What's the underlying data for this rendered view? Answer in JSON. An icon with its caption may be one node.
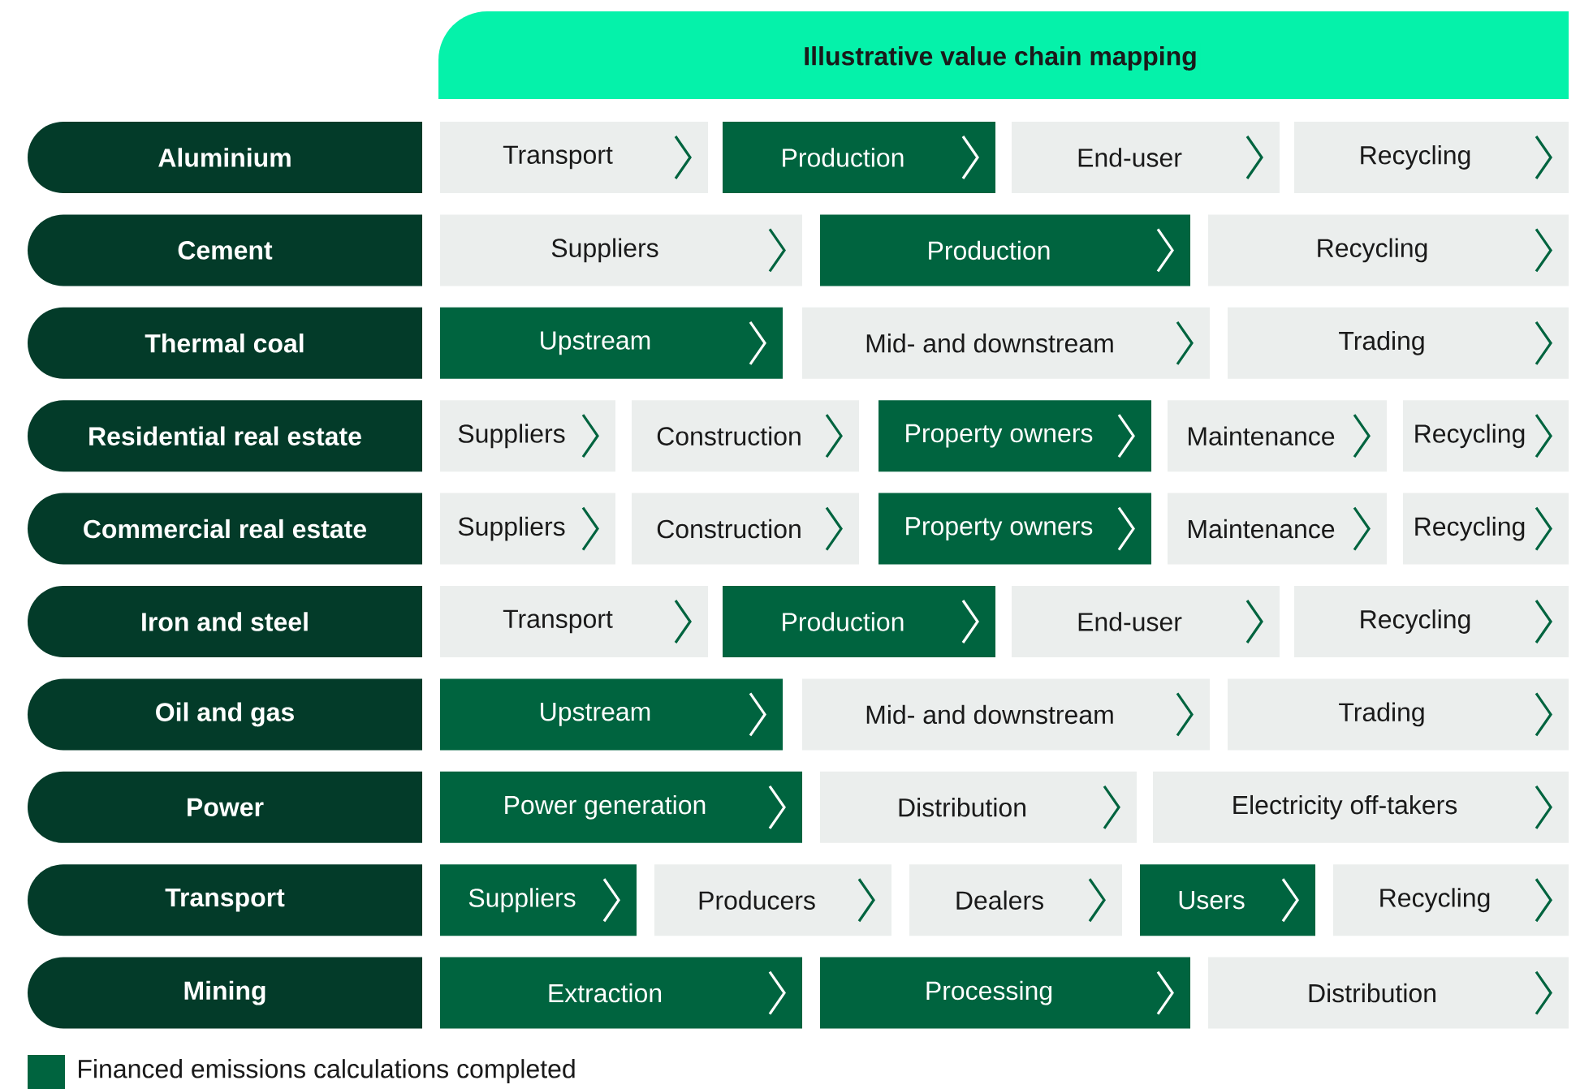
{
  "diagram": {
    "title": "Illustrative value chain mapping",
    "nodes": [
      {
        "text": [
          "Aluminium"
        ]
      },
      {
        "text": [
          "Transport"
        ]
      },
      {
        "text": [
          "Production"
        ]
      },
      {
        "text": [
          "End-user"
        ]
      },
      {
        "text": [
          "Recycling"
        ]
      },
      {
        "text": [
          "Cement"
        ]
      },
      {
        "text": [
          "Suppliers"
        ]
      },
      {
        "text": [
          "Production"
        ]
      },
      {
        "text": [
          "Recycling"
        ]
      },
      {
        "text": [
          "Thermal coal"
        ]
      },
      {
        "text": [
          "Upstream"
        ]
      },
      {
        "text": [
          "Mid- and downstream"
        ]
      },
      {
        "text": [
          "Trading"
        ]
      },
      {
        "text": [
          "Residential real estate"
        ]
      },
      {
        "text": [
          "Suppliers"
        ]
      },
      {
        "text": [
          "Construction"
        ]
      },
      {
        "text": [
          "Property owners"
        ]
      },
      {
        "text": [
          "Maintenance"
        ]
      },
      {
        "text": [
          "Recycling"
        ]
      },
      {
        "text": [
          "Commercial real estate"
        ]
      },
      {
        "text": [
          "Suppliers"
        ]
      },
      {
        "text": [
          "Construction"
        ]
      },
      {
        "text": [
          "Property owners"
        ]
      },
      {
        "text": [
          "Maintenance"
        ]
      },
      {
        "text": [
          "Recycling"
        ]
      },
      {
        "text": [
          "Iron and steel"
        ]
      },
      {
        "text": [
          "Transport"
        ]
      },
      {
        "text": [
          "Production"
        ]
      },
      {
        "text": [
          "End-user"
        ]
      },
      {
        "text": [
          "Recycling"
        ]
      },
      {
        "text": [
          "Oil and gas"
        ]
      },
      {
        "text": [
          "Upstream"
        ]
      },
      {
        "text": [
          "Mid- and downstream"
        ]
      },
      {
        "text": [
          "Trading"
        ]
      },
      {
        "text": [
          "Power"
        ]
      },
      {
        "text": [
          "Power generation"
        ]
      },
      {
        "text": [
          "Distribution"
        ]
      },
      {
        "text": [
          "Electricity off-takers"
        ]
      },
      {
        "text": [
          "Transport"
        ]
      },
      {
        "text": [
          "Suppliers"
        ]
      },
      {
        "text": [
          "Producers"
        ]
      },
      {
        "text": [
          "Dealers"
        ]
      },
      {
        "text": [
          "Users"
        ]
      },
      {
        "text": [
          "Recycling"
        ]
      },
      {
        "text": [
          "Mining"
        ]
      },
      {
        "text": [
          "Extraction"
        ]
      },
      {
        "text": [
          "Processing"
        ]
      },
      {
        "text": [
          "Distribution"
        ]
      }
    ],
    "legend": [
      {
        "text": "Financed emissions calculations completed",
        "color": "#00643f"
      }
    ]
  }
}
